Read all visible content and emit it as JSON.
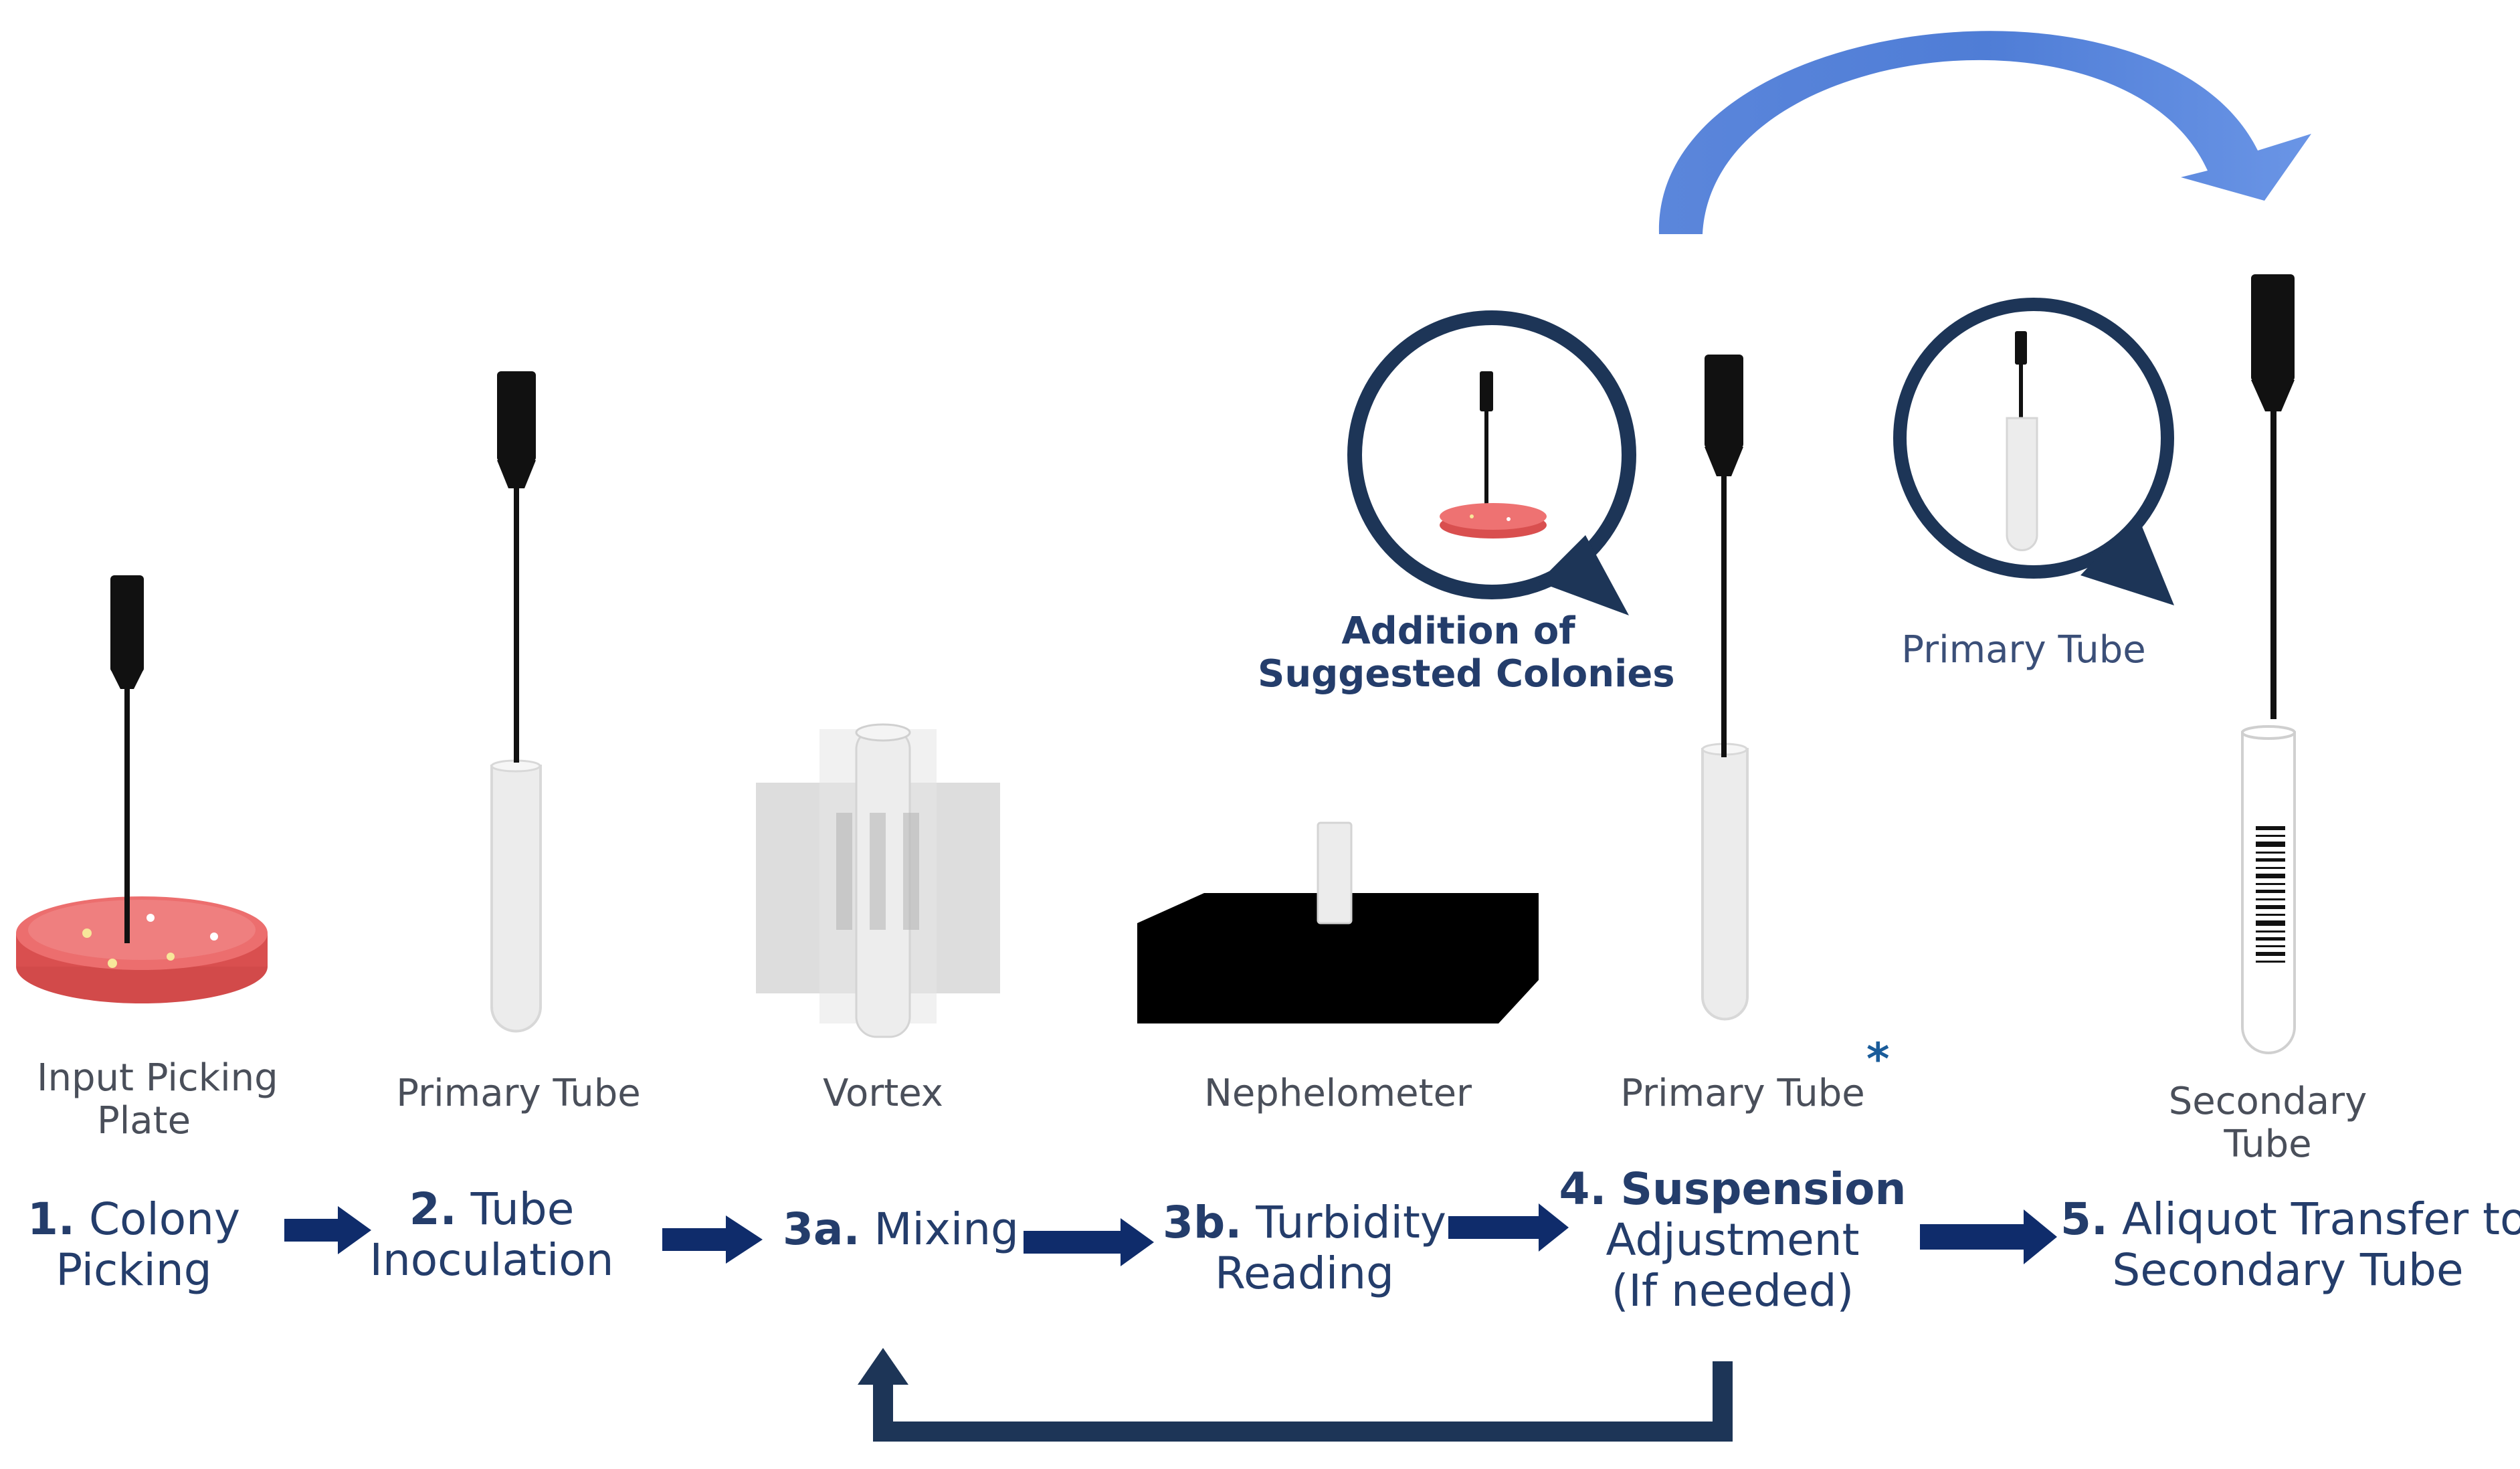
{
  "labels": {
    "input_plate": [
      "Input Picking",
      "Plate"
    ],
    "primary_tube_1": "Primary Tube",
    "vortex": "Vortex",
    "nephelometer": "Nephelometer",
    "primary_tube_2": "Primary Tube",
    "secondary_tube": [
      "Secondary",
      "Tube"
    ],
    "bubble_right": "Primary Tube",
    "bubble_left": [
      "Addition of",
      "Suggested Colonies"
    ],
    "asterisk": "*"
  },
  "steps": [
    {
      "num": "1.",
      "lines": [
        "Colony",
        "Picking"
      ]
    },
    {
      "num": "2.",
      "lines": [
        "Tube",
        "Inoculation"
      ]
    },
    {
      "num": "3a.",
      "lines": [
        "Mixing"
      ]
    },
    {
      "num": "3b.",
      "lines": [
        "Turbidity",
        "Reading"
      ]
    },
    {
      "num": "4.",
      "title": "Suspension",
      "lines": [
        "Adjustment",
        "(If needed)"
      ]
    },
    {
      "num": "5.",
      "lines": [
        "Aliquot Transfer to",
        "Secondary Tube"
      ]
    }
  ],
  "colors": {
    "arrow_dark": "#0f2c6b",
    "arrow_loop": "#1d3557",
    "arrow_curve": "#5b86db",
    "plate_red": "#e45a5a",
    "tube_fill": "#ececec",
    "pipette": "#111111"
  },
  "icons": [
    "petri-dish-icon",
    "pipette-icon",
    "test-tube-icon",
    "vortex-mixer-icon",
    "nephelometer-icon",
    "magnifier-bubble-icon",
    "barcode-icon"
  ]
}
